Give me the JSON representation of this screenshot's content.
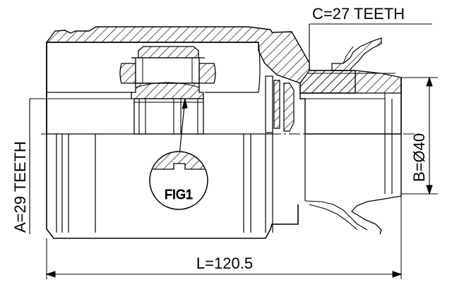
{
  "labels": {
    "c_spec": "C=27 TEETH",
    "a_spec": "A=29 TEETH",
    "b_spec": "B=Ø40",
    "l_spec": "L=120.5",
    "figure": "FIG1"
  },
  "colors": {
    "line": "#000000",
    "hatch": "#000000",
    "background": "#ffffff"
  }
}
